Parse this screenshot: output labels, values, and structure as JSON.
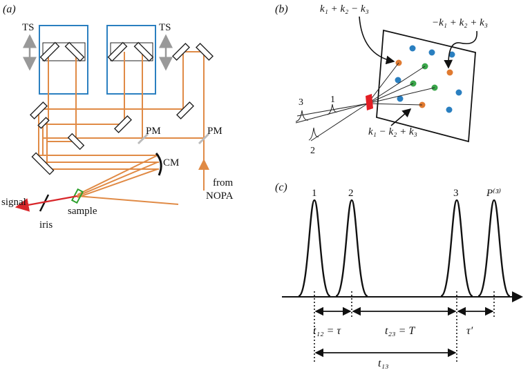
{
  "panel_a": {
    "label": "(a)",
    "ts_left": "TS",
    "ts_right": "TS",
    "pm_left": "PM",
    "pm_right": "PM",
    "cm": "CM",
    "signal": "signal",
    "iris": "iris",
    "sample": "sample",
    "from_line1": "from",
    "from_line2": "NOPA"
  },
  "panel_b": {
    "label": "(b)",
    "k_top_left": "k₁ + k₂ − k₃",
    "k_top_right": "−k₁ + k₂ + k₃",
    "k_bottom": "k₁ − k₂ + k₃",
    "pulse_3": "3",
    "pulse_1": "1",
    "pulse_2": "2",
    "dot_colors": {
      "orange": "#e07a30",
      "blue": "#2a7fc0",
      "green": "#3aa64a",
      "red": "#e31e24"
    }
  },
  "panel_c": {
    "label": "(c)",
    "pulse_1": "1",
    "pulse_2": "2",
    "pulse_3": "3",
    "pulse_p": "P⁽³⁾",
    "t12": "t₁₂ = τ",
    "t23": "t₂₃ = T",
    "tau_prime": "τ′",
    "t13": "t₁₃"
  }
}
